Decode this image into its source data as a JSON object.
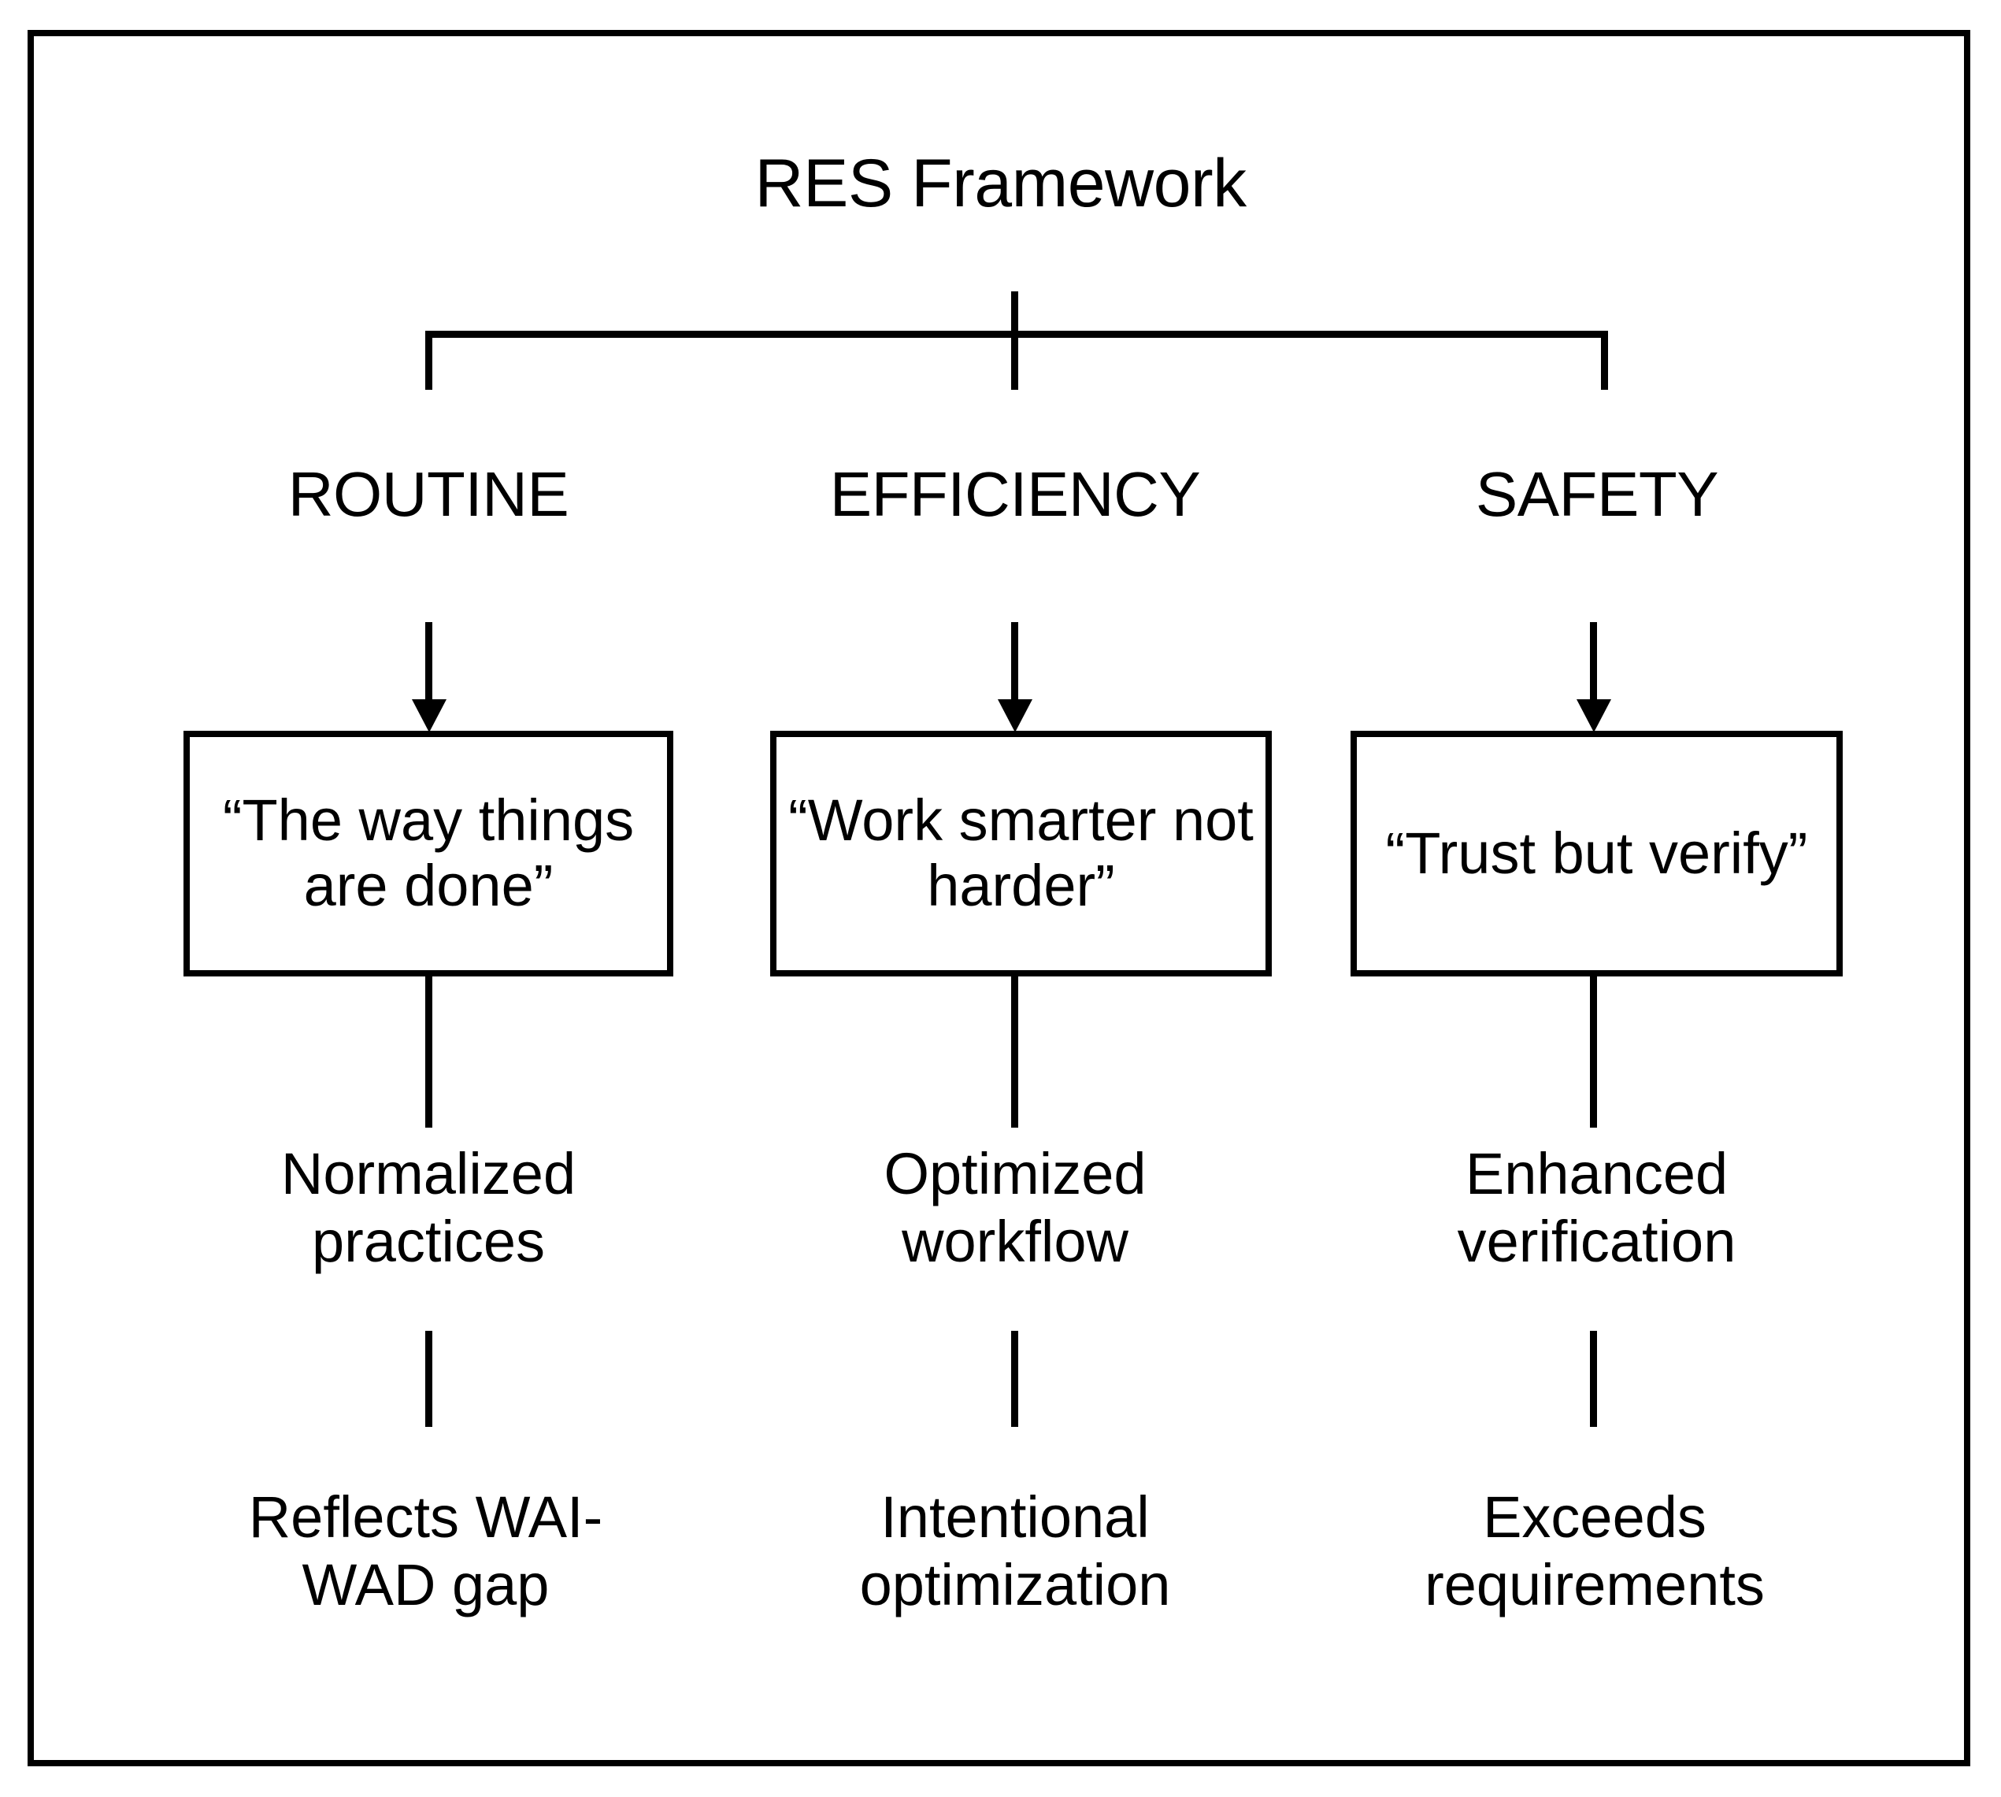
{
  "diagram": {
    "title": "RES Framework",
    "columns": [
      {
        "id": "routine",
        "header": "ROUTINE",
        "quote": "“The way things are done”",
        "outcome": "Normalized\npractices",
        "detail": "Reflects WAI-\nWAD gap"
      },
      {
        "id": "efficiency",
        "header": "EFFICIENCY",
        "quote": "“Work smarter not harder”",
        "outcome": "Optimized\nworkflow",
        "detail": "Intentional\noptimization"
      },
      {
        "id": "safety",
        "header": "SAFETY",
        "quote": "“Trust but verify”",
        "outcome": "Enhanced\nverification",
        "detail": "Exceeds\nrequirements"
      }
    ],
    "colors": {
      "stroke": "#000000",
      "background": "#ffffff",
      "text": "#000000"
    }
  }
}
